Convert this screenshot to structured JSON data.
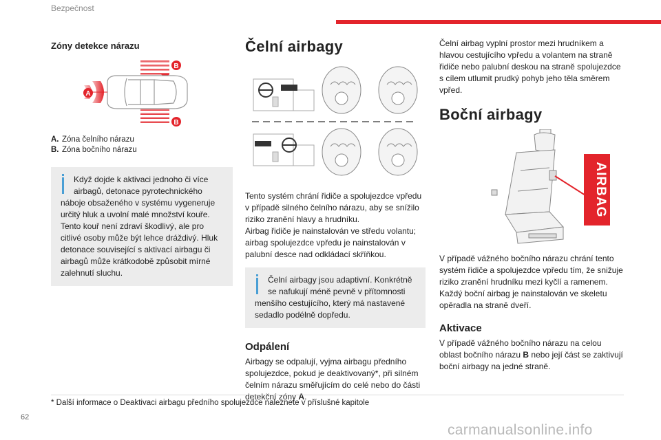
{
  "header": {
    "section": "Bezpečnost"
  },
  "left": {
    "heading": "Zóny detekce nárazu",
    "legend": [
      {
        "key": "A.",
        "text": "Zóna čelního nárazu"
      },
      {
        "key": "B.",
        "text": "Zóna bočního nárazu"
      }
    ],
    "callout_labels": {
      "a": "A",
      "b": "B"
    },
    "info_first": "Když dojde k aktivaci jednoho či více",
    "info_second": "airbagů, detonace pyrotechnického",
    "info_rest": "náboje obsaženého v systému vygeneruje určitý hluk a uvolní malé množství kouře. Tento kouř není zdraví škodlivý, ale pro citlivé osoby může být lehce dráždivý. Hluk detonace související s aktivací airbagu či airbagů může krátkodobě způsobit mírné zalehnutí sluchu."
  },
  "middle": {
    "title": "Čelní airbagy",
    "p1": "Tento systém chrání řidiče a spolujezdce vpředu v případě silného čelního nárazu, aby se snížilo riziko zranění hlavy a hrudníku.",
    "p2": "Airbag řidiče je nainstalován ve středu volantu; airbag spolujezdce vpředu je nainstalován v palubní desce nad odkládací skříňkou.",
    "info_first": "Čelní airbagy jsou adaptivní. Konkrétně",
    "info_second": "se nafukují méně pevně v přítomnosti",
    "info_rest": "menšího cestujícího, který má nastavené sedadlo podélně dopředu.",
    "sub": "Odpálení",
    "p3_pre": "Airbagy se odpalují, vyjma airbagu předního spolujezdce, pokud je deaktivovaný*, při silném čelním nárazu směřujícím do celé nebo do části detekční zóny ",
    "p3_bold": "A",
    "p3_post": "."
  },
  "right": {
    "p1": "Čelní airbag vyplní prostor mezi hrudníkem a hlavou cestujícího vpředu a volantem na straně řidiče nebo palubní deskou na straně spolujezdce s cílem utlumit prudký pohyb jeho těla směrem vpřed.",
    "title": "Boční airbagy",
    "seat_badge": "AIRBAG",
    "p2": "V případě vážného bočního nárazu chrání tento systém řidiče a spolujezdce vpředu tím, že snižuje riziko zranění hrudníku mezi kyčlí a ramenem.",
    "p3": "Každý boční airbag je nainstalován ve skeletu opěradla na straně dveří.",
    "sub": "Aktivace",
    "p4_pre": "V případě vážného bočního nárazu na celou oblast bočního nárazu ",
    "p4_bold": "B",
    "p4_post": " nebo její část se zaktivují boční airbagy na jedné straně."
  },
  "footer": {
    "note": "* Další informace o Deaktivaci airbagu předního spolujezdce naleznete v příslušné kapitole",
    "page": "62",
    "watermark": "carmanualsonline.info"
  },
  "colors": {
    "accent": "#e3242b",
    "info": "#4a9fd5",
    "box": "#ececec"
  }
}
